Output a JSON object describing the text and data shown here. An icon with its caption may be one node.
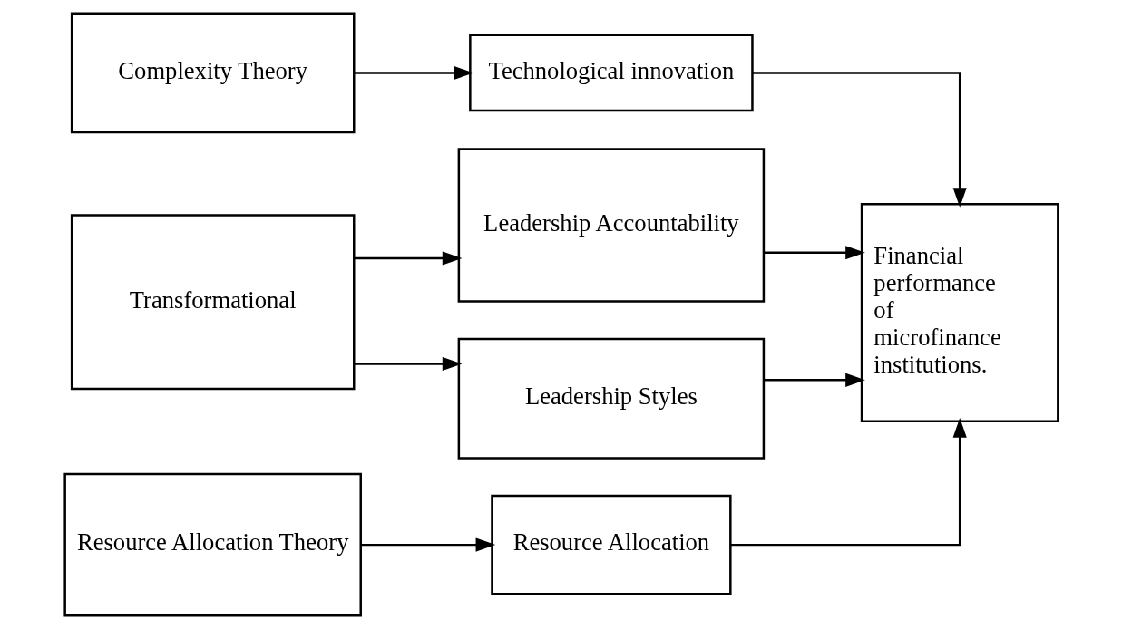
{
  "diagram": {
    "nodes": [
      {
        "text": [
          "Complexity Theory"
        ]
      },
      {
        "text": [
          "Technological innovation"
        ]
      },
      {
        "text": [
          "Transformational"
        ]
      },
      {
        "text": [
          "Leadership Accountability"
        ]
      },
      {
        "text": [
          "Leadership Styles"
        ]
      },
      {
        "text": [
          "Financial performance of microfinance institutions."
        ]
      },
      {
        "text": [
          "Resource Allocation Theory"
        ]
      },
      {
        "text": [
          "Resource Allocation"
        ]
      }
    ],
    "edges": [
      {
        "from": 0,
        "to": 1,
        "arrow": "to"
      },
      {
        "from": 1,
        "to": 5,
        "arrow": "to"
      },
      {
        "from": 2,
        "to": 3,
        "arrow": "to"
      },
      {
        "from": 2,
        "to": 4,
        "arrow": "to"
      },
      {
        "from": 3,
        "to": 5,
        "arrow": "to"
      },
      {
        "from": 4,
        "to": 5,
        "arrow": "to"
      },
      {
        "from": 6,
        "to": 7,
        "arrow": "to"
      },
      {
        "from": 7,
        "to": 5,
        "arrow": "to"
      }
    ]
  }
}
